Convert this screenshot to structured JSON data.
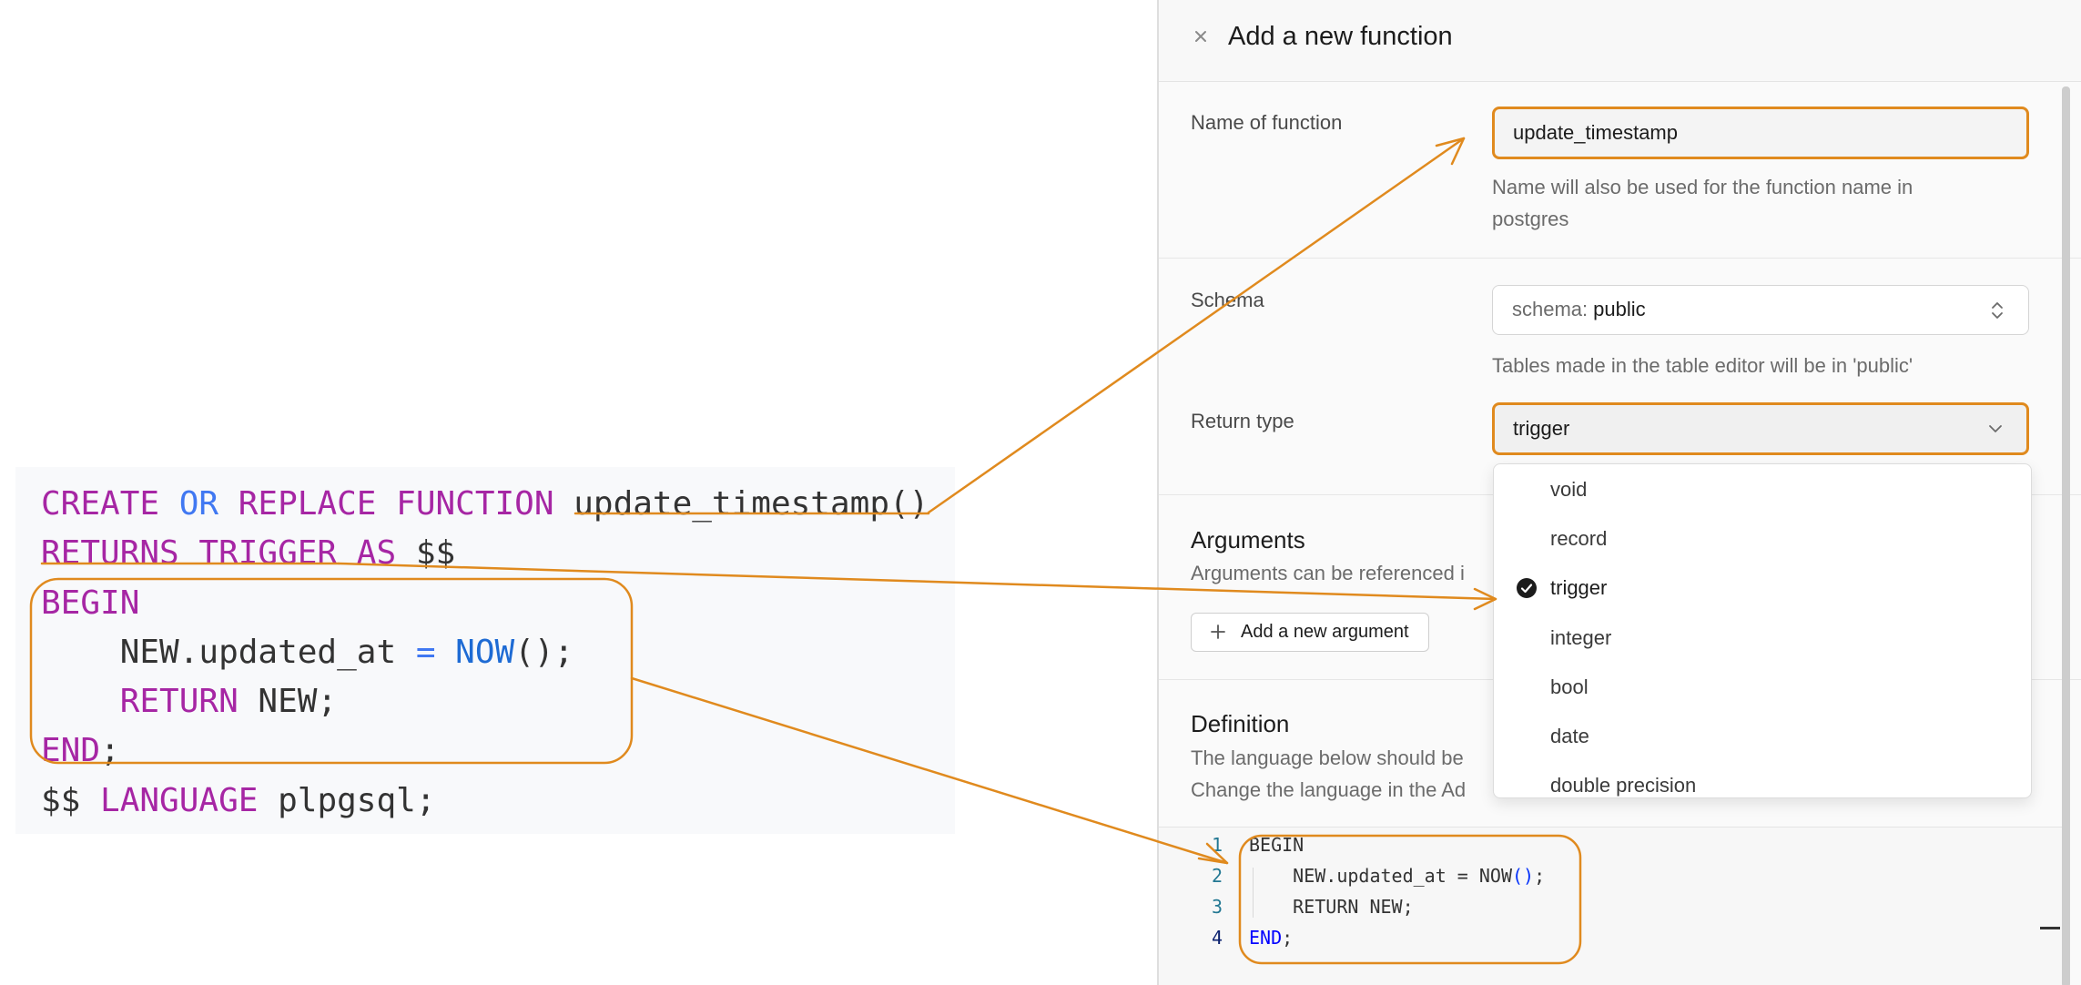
{
  "sql_snippet": {
    "lines": [
      [
        {
          "t": "CREATE ",
          "c": "kw"
        },
        {
          "t": "OR ",
          "c": "kw-blue"
        },
        {
          "t": "REPLACE FUNCTION ",
          "c": "kw"
        },
        {
          "t": "update_timestamp()",
          "c": ""
        }
      ],
      [
        {
          "t": "RETURNS TRIGGER AS ",
          "c": "kw"
        },
        {
          "t": "$$",
          "c": ""
        }
      ],
      [
        {
          "t": "BEGIN",
          "c": "kw"
        }
      ],
      [
        {
          "t": "    NEW.updated_at ",
          "c": ""
        },
        {
          "t": "= ",
          "c": "kw-blue"
        },
        {
          "t": "NOW",
          "c": "fn-blue"
        },
        {
          "t": "();",
          "c": ""
        }
      ],
      [
        {
          "t": "    RETURN ",
          "c": "kw"
        },
        {
          "t": "NEW;",
          "c": ""
        }
      ],
      [
        {
          "t": "END",
          "c": "kw"
        },
        {
          "t": ";",
          "c": ""
        }
      ],
      [
        {
          "t": "$$ ",
          "c": ""
        },
        {
          "t": "LANGUAGE ",
          "c": "kw"
        },
        {
          "t": "plpgsql;",
          "c": ""
        }
      ]
    ]
  },
  "panel": {
    "title": "Add a new function",
    "name_field": {
      "label": "Name of function",
      "value": "update_timestamp",
      "help_line1": "Name will also be used for the function name in",
      "help_line2": "postgres"
    },
    "schema_field": {
      "label": "Schema",
      "prefix": "schema:",
      "value": "public",
      "help": "Tables made in the table editor will be in 'public'"
    },
    "return_type": {
      "label": "Return type",
      "value": "trigger",
      "options": [
        "void",
        "record",
        "trigger",
        "integer",
        "bool",
        "date",
        "double precision"
      ],
      "selected_index": 2
    },
    "arguments": {
      "title": "Arguments",
      "help": "Arguments can be referenced i",
      "add_button": "Add a new argument"
    },
    "definition": {
      "title": "Definition",
      "help_line1": "The language below should be",
      "help_line2": "Change the language in the Ad"
    },
    "editor": {
      "line_numbers": [
        "1",
        "2",
        "3",
        "4"
      ],
      "lines": [
        [
          {
            "t": "BEGIN",
            "c": ""
          }
        ],
        [
          {
            "t": "    NEW.updated_at = NOW",
            "c": ""
          },
          {
            "t": "()",
            "c": "code-paren"
          },
          {
            "t": ";",
            "c": ""
          }
        ],
        [
          {
            "t": "    RETURN NEW;",
            "c": ""
          }
        ],
        [
          {
            "t": "END",
            "c": "code-kw"
          },
          {
            "t": ";",
            "c": ""
          }
        ]
      ]
    }
  },
  "colors": {
    "annotation": "#e08a1e",
    "sql_keyword": "#a626a4",
    "sql_operator": "#4078f2"
  }
}
